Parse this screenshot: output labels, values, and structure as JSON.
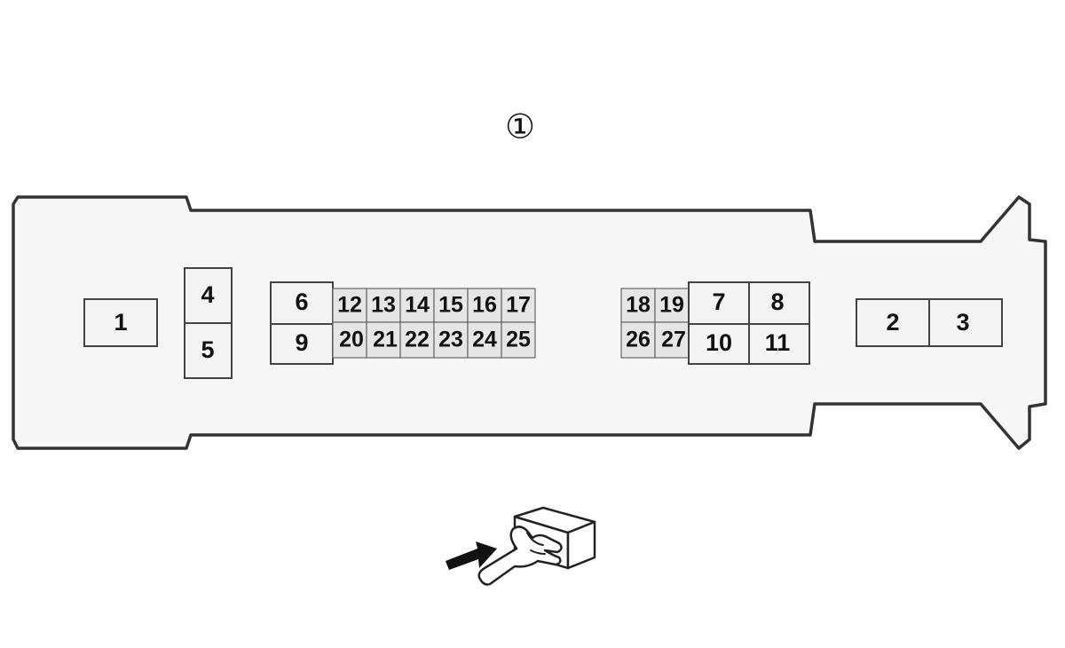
{
  "diagram": {
    "marker": "①",
    "fuses": {
      "f1": "1",
      "f2": "2",
      "f3": "3",
      "f4": "4",
      "f5": "5",
      "f6": "6",
      "f7": "7",
      "f8": "8",
      "f9": "9",
      "f10": "10",
      "f11": "11",
      "f12": "12",
      "f13": "13",
      "f14": "14",
      "f15": "15",
      "f16": "16",
      "f17": "17",
      "f18": "18",
      "f19": "19",
      "f20": "20",
      "f21": "21",
      "f22": "22",
      "f23": "23",
      "f24": "24",
      "f25": "25",
      "f26": "26",
      "f27": "27"
    },
    "icons": {
      "insert": "hand-pushing-connector-icon"
    }
  }
}
